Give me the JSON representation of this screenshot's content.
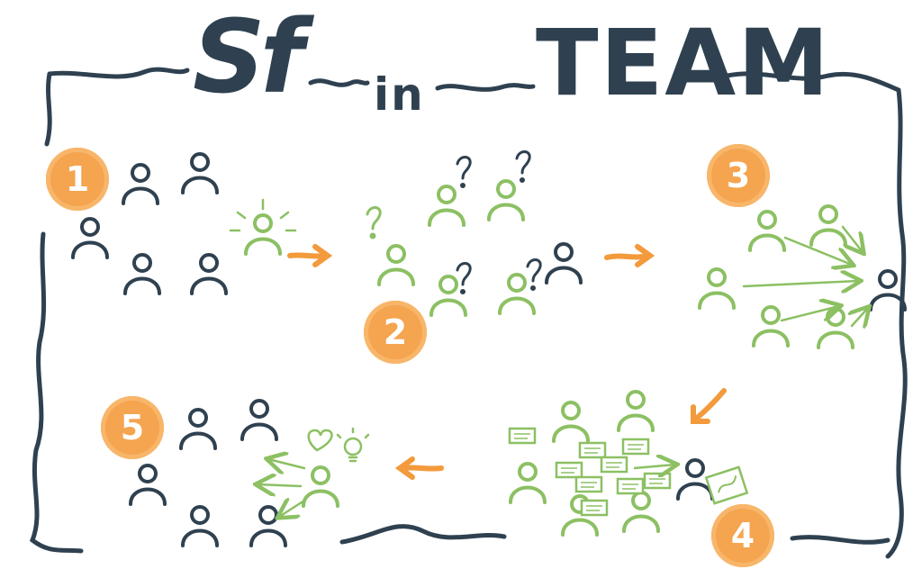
{
  "title": {
    "sf": "Sf",
    "connector": "in",
    "team": "TEAM"
  },
  "steps": [
    {
      "label": "1"
    },
    {
      "label": "2"
    },
    {
      "label": "3"
    },
    {
      "label": "4"
    },
    {
      "label": "5"
    }
  ],
  "colors": {
    "ink": "#2f4150",
    "green": "#8cc063",
    "orange": "#f39a3c",
    "badge": "#f5a44f"
  },
  "icons": [
    "heart-icon",
    "lightbulb-icon",
    "question-mark-icon",
    "sun-rays-icon",
    "arrow-icon"
  ]
}
